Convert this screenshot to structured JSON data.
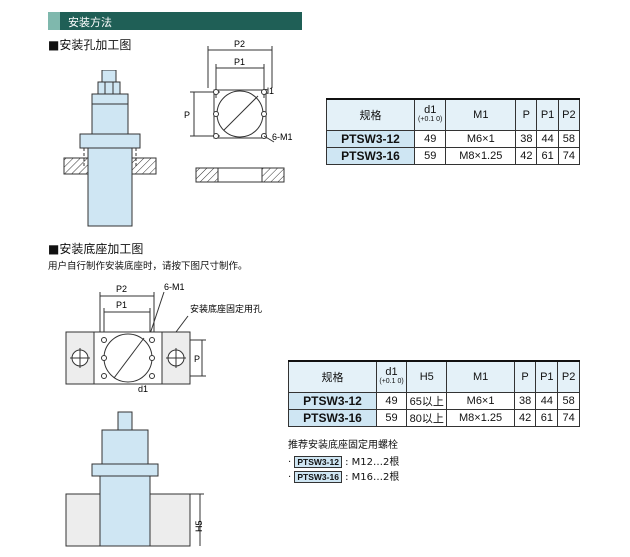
{
  "banner": {
    "title": "安装方法"
  },
  "section1": {
    "heading": "■安装孔加工图",
    "labels": {
      "p2": "P2",
      "p1": "P1",
      "d1": "d1",
      "p": "P",
      "m1": "6-M1"
    }
  },
  "section2": {
    "heading": "■安装底座加工图",
    "note": "用户自行制作安装底座时，请按下图尺寸制作。",
    "labels": {
      "p2": "P2",
      "p1": "P1",
      "m1": "6-M1",
      "bolt_hole": "安装底座固定用孔",
      "d1": "d1",
      "p": "P",
      "h5": "H5"
    }
  },
  "table1": {
    "headers": {
      "spec": "规格",
      "d1": "d1",
      "d1_tol": "(+0.1 0)",
      "m1": "M1",
      "p": "P",
      "p1": "P1",
      "p2": "P2"
    },
    "rows": [
      {
        "model": "PTSW3-12",
        "d1": "49",
        "m1": "M6×1",
        "p": "38",
        "p1": "44",
        "p2": "58"
      },
      {
        "model": "PTSW3-16",
        "d1": "59",
        "m1": "M8×1.25",
        "p": "42",
        "p1": "61",
        "p2": "74"
      }
    ]
  },
  "table2": {
    "headers": {
      "spec": "规格",
      "d1": "d1",
      "d1_tol": "(+0.1 0)",
      "h5": "H5",
      "m1": "M1",
      "p": "P",
      "p1": "P1",
      "p2": "P2"
    },
    "rows": [
      {
        "model": "PTSW3-12",
        "d1": "49",
        "h5": "65以上",
        "m1": "M6×1",
        "p": "38",
        "p1": "44",
        "p2": "58"
      },
      {
        "model": "PTSW3-16",
        "d1": "59",
        "h5": "80以上",
        "m1": "M8×1.25",
        "p": "42",
        "p1": "61",
        "p2": "74"
      }
    ]
  },
  "bolts": {
    "title": "推荐安装底座固定用螺栓",
    "items": [
      {
        "model": "PTSW3-12",
        "text": ": M12…2根"
      },
      {
        "model": "PTSW3-16",
        "text": ": M16…2根"
      }
    ]
  }
}
